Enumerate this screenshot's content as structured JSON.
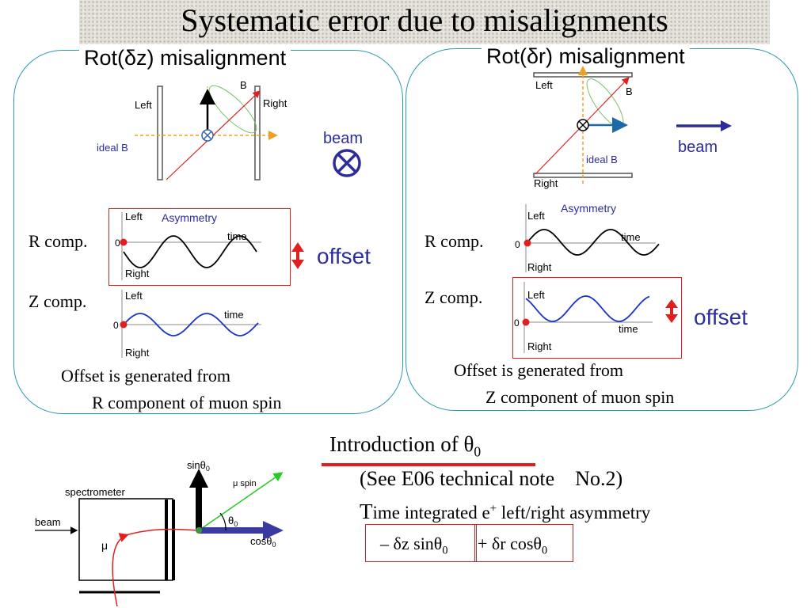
{
  "slide": {
    "title": "Systematic error due to misalignments"
  },
  "left_panel": {
    "heading": "Rot(δz) misalignment",
    "diagram": {
      "left": "Left",
      "right": "Right",
      "b": "B",
      "ideal_b": "ideal B",
      "beam": "beam"
    },
    "r_plot": {
      "comp": "R comp.",
      "title": "Asymmetry",
      "left": "Left",
      "right": "Right",
      "zero": "0",
      "time": "time"
    },
    "z_plot": {
      "comp": "Z comp.",
      "left": "Left",
      "right": "Right",
      "zero": "0",
      "time": "time"
    },
    "offset": "offset",
    "note_line1": "Offset is generated from",
    "note_line2": "R component of muon spin"
  },
  "right_panel": {
    "heading": "Rot(δr) misalignment",
    "diagram": {
      "left": "Left",
      "right": "Right",
      "b": "B",
      "ideal_b": "ideal B",
      "beam": "beam"
    },
    "r_plot": {
      "comp": "R comp.",
      "title": "Asymmetry",
      "left": "Left",
      "right": "Right",
      "zero": "0",
      "time": "time"
    },
    "z_plot": {
      "comp": "Z comp.",
      "left": "Left",
      "right": "Right",
      "zero": "0",
      "time": "time"
    },
    "offset": "offset",
    "note_line1": "Offset is generated from",
    "note_line2": "Z component of muon spin"
  },
  "bottom_diagram": {
    "spectrometer": "spectrometer",
    "beam": "beam",
    "mu": "μ",
    "sin_theta": "sinθ",
    "sub0": "0",
    "mu_spin": "μ spin",
    "theta": "θ",
    "cos_theta": "cosθ"
  },
  "intro": {
    "heading": "Introduction of θ",
    "heading_sub": "0",
    "see_note": "(See E06 technical note    No.2)",
    "line_t": "T",
    "line_rest1": "ime integrated e",
    "line_sup": "+",
    "line_rest2": " left/right asymmetry",
    "term1": "– δz sinθ",
    "term1_sub": "0",
    "term2": "+ δr cosθ",
    "term2_sub": "0"
  },
  "colors": {
    "panel_border": "#2a9aa8",
    "accent_red": "#e02020",
    "wave_blue": "#1a33cc",
    "beam_navy": "#2c2c9a"
  }
}
